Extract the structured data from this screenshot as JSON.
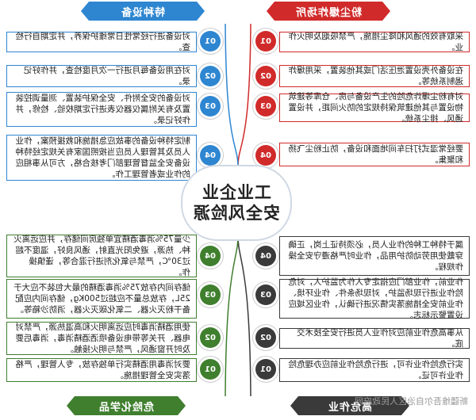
{
  "center": {
    "line1": "工业企业",
    "line2": "安全风险源"
  },
  "quadrants": {
    "dust": {
      "title": "粉尘爆炸场所",
      "color": "#d12a2a",
      "items": [
        {
          "num": "01",
          "text": "采取有效的通风和降尘措施，严禁吸烟及明火作业。"
        },
        {
          "num": "02",
          "text": "在设备外壳设置泄压活门或其他装置，采用爆炸遏制系统等。"
        },
        {
          "num": "03",
          "text": "对有粉尘爆炸危险的生产设备与房、仓库等建筑物设置与其他建筑保持规定的防火间距，并设置通风、排尘系统。"
        },
        {
          "num": "04",
          "text": "要经常湿式打扫车间地面和设备，防止粉尘飞扬和聚集。"
        }
      ]
    },
    "special": {
      "title": "特种设备",
      "color": "#2e86d1",
      "items": [
        {
          "num": "01",
          "text": "对设备进行经常性日常维护保养，并定期自行检查。"
        },
        {
          "num": "02",
          "text": "对在用设备每月进行一次月度检查，并作好记录。"
        },
        {
          "num": "03",
          "text": "对设备的安全附件、安全保护装置、测量调控装置及有关附属仪器仪表进行定期校验、检修，并作好记录。"
        },
        {
          "num": "04",
          "text": "制定特种设备的事故应急措施和救援预案，作业人员及其管理人员应当按照国家有关规定经特种设备安全监督管理部门考核合格，方可从事相应的作业或者管理工作。"
        }
      ]
    },
    "hazardous_work": {
      "title": "高危作业",
      "color": "#3a3a3a",
      "items": [
        {
          "num": "01",
          "text": "实行危险作业许可，进行危险作业前应办理危险作业许可证。"
        },
        {
          "num": "02",
          "text": "从事高危作业前应对作业人员进行安全技术交底。"
        },
        {
          "num": "03",
          "text": "作业前，作业部门应指定专人作为监护人，对危险作业进行现场监护，对现场条件、作业环境、作业前安全措施落实情况进行确认，作业区域应设置警示标志。"
        },
        {
          "num": "04",
          "text": "属于特种工种的作业人员，必须持证上岗，正确穿戴使用劳动防护用品，作业时严格遵守安全操作规程。"
        }
      ]
    },
    "chemicals": {
      "title": "危险化学品",
      "color": "#3f7f2e",
      "items": [
        {
          "num": "01",
          "text": "要对消毒用酒精实行单独存放，专人管理，严格落实安全管理措施。"
        },
        {
          "num": "02",
          "text": "使用酒精消毒时应远离明火和高温热源，严禁对电器、开关等带电设备喷洒酒精消毒，消毒后要及时开窗通风，严禁与明火接触。"
        },
        {
          "num": "03",
          "text": "储存间内存放75%消毒酒精的最大包装不应大于25L，存放总量不应超过500Kg，储存间内应配备干粉灭火器、二氧化碳灭火器，消防沙箱等。"
        },
        {
          "num": "04",
          "text": "少量75%消毒酒精宜单独房间储存，并应远离火种、热源，避免阳光直射，通风良好，温度不超过30℃，严禁与氧化剂进行混合等，谨慎操作。"
        }
      ]
    }
  },
  "watermark": "新疆维吾尔自治区人民政府网"
}
